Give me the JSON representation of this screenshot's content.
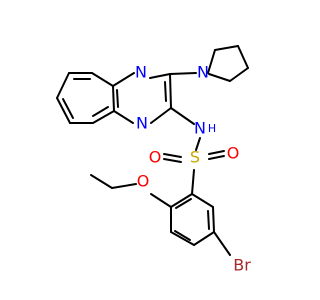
{
  "molecule": {
    "atoms": {
      "n_pyrrolidine": "N",
      "n_quinox_top": "N",
      "n_quinox_bottom": "N",
      "n_amine": "N",
      "h_amine": "H",
      "s_sulfonyl": "S",
      "o_sulfonyl_left": "O",
      "o_sulfonyl_right": "O",
      "o_ether": "O",
      "br": "Br"
    },
    "colors": {
      "bond": "#000000",
      "nitrogen": "#0000ff",
      "oxygen": "#ff0000",
      "sulfur": "#c8a800",
      "bromine": "#a52a2a"
    }
  }
}
